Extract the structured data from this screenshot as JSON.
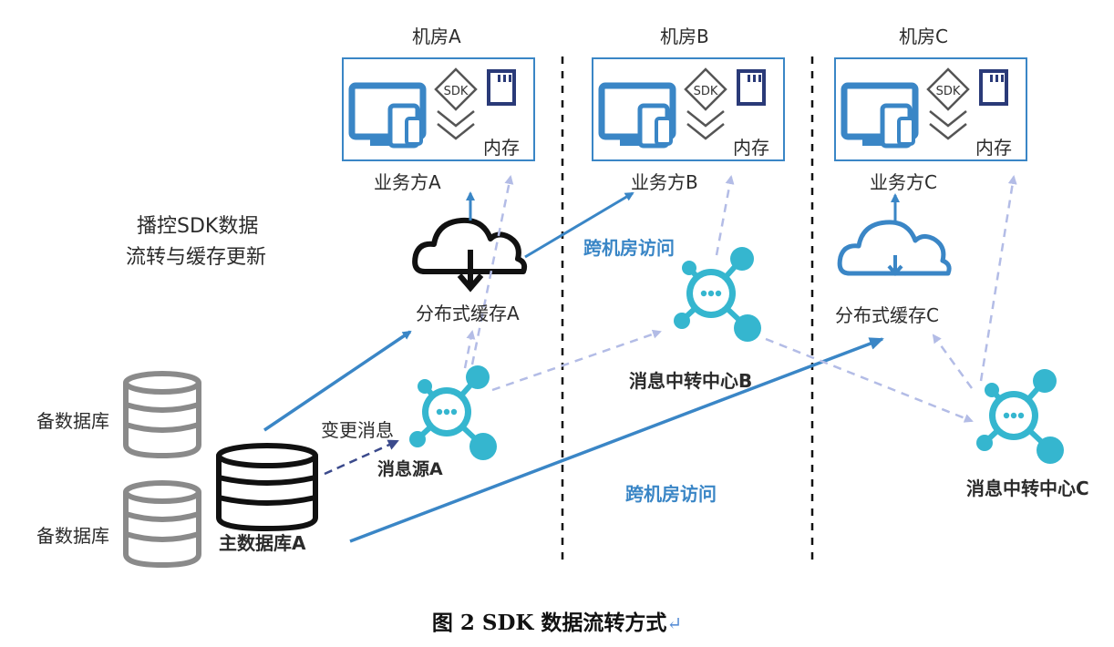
{
  "rooms": [
    {
      "title": "机房A",
      "party": "业务方A",
      "sdk": "SDK",
      "memory": "内存"
    },
    {
      "title": "机房B",
      "party": "业务方B",
      "sdk": "SDK",
      "memory": "内存"
    },
    {
      "title": "机房C",
      "party": "业务方C",
      "sdk": "SDK",
      "memory": "内存"
    }
  ],
  "side_title": {
    "line1": "播控SDK数据",
    "line2": "流转与缓存更新"
  },
  "cache_a": "分布式缓存A",
  "cache_c": "分布式缓存C",
  "cross_room_top": "跨机房访问",
  "cross_room_bottom": "跨机房访问",
  "relay_b": "消息中转中心B",
  "relay_c": "消息中转中心C",
  "source_a": "消息源A",
  "change_msg": "变更消息",
  "main_db": "主数据库A",
  "backup_db_1": "备数据库",
  "backup_db_2": "备数据库",
  "caption": "图 2 SDK 数据流转方式",
  "caption_mark": "↵",
  "colors": {
    "accent": "#3a86c6",
    "teal": "#35b6cf",
    "dashed": "#b3bce6",
    "dark": "#111111",
    "grey": "#8a8a8a"
  }
}
